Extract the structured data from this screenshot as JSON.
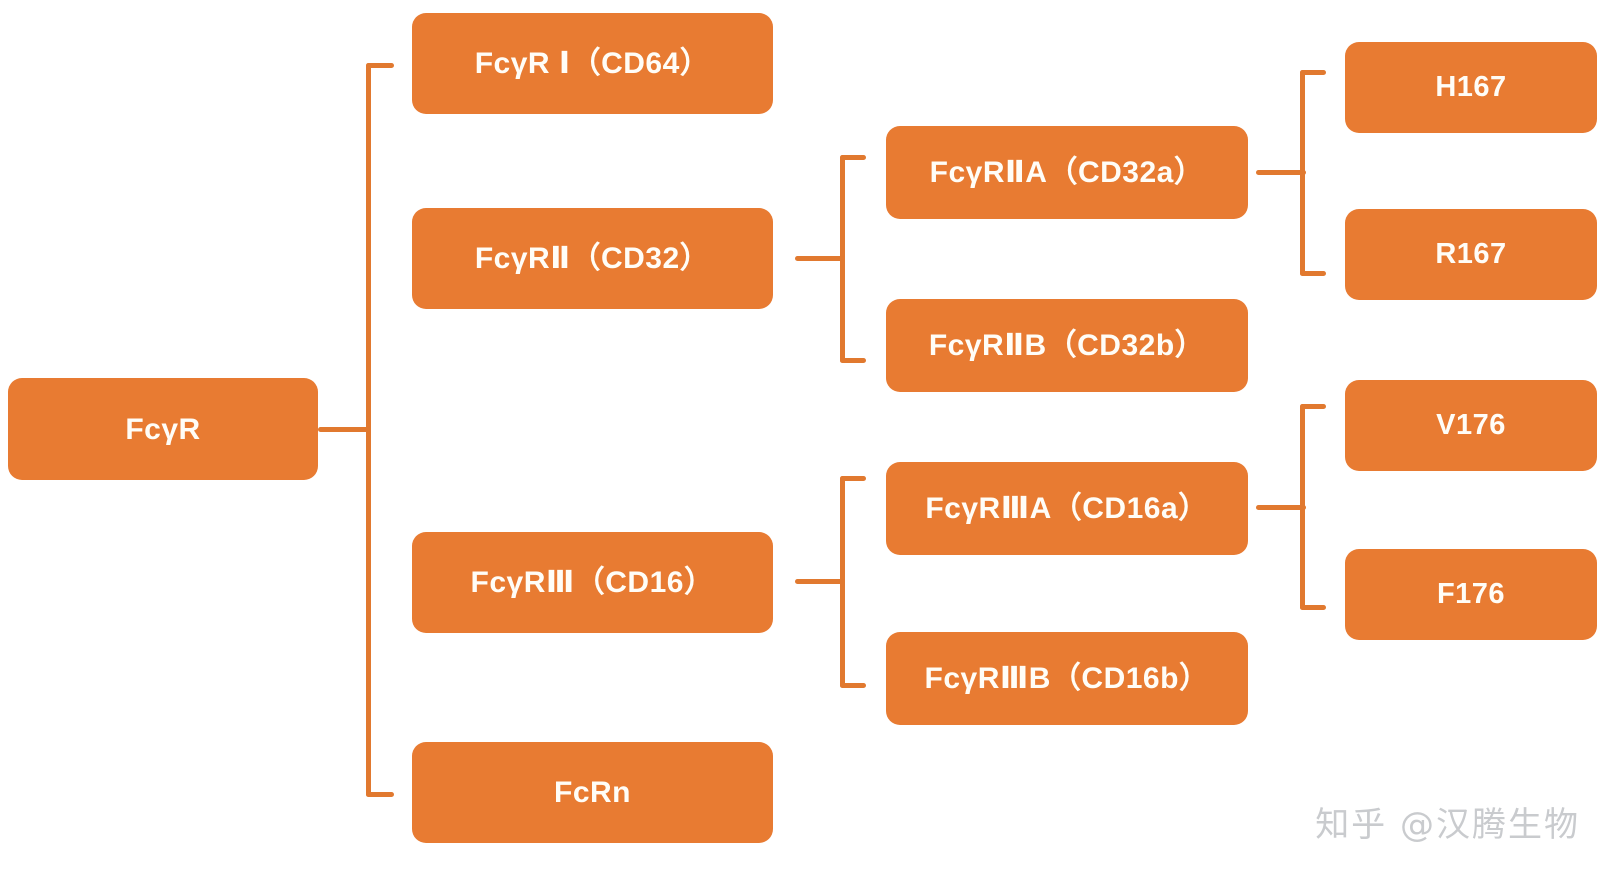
{
  "diagram": {
    "title": "FcγR receptor family classification tree",
    "colors": {
      "node_fill": "#E87B32",
      "node_text": "#FFFDF7",
      "connector": "#E1792F",
      "background": "#FFFFFF",
      "watermark": "#C9CBCE"
    },
    "levels": {
      "root": {
        "label": "FcγR"
      },
      "level2": [
        {
          "id": "fcgr1",
          "label": "FcγR Ⅰ（CD64）"
        },
        {
          "id": "fcgr2",
          "label": "FcγRⅡ（CD32）"
        },
        {
          "id": "fcgr3",
          "label": "FcγRⅢ（CD16）"
        },
        {
          "id": "fcrn",
          "label": "FcRn"
        }
      ],
      "level3": [
        {
          "id": "fcgr2a",
          "label": "FcγRⅡA（CD32a）",
          "parent": "fcgr2"
        },
        {
          "id": "fcgr2b",
          "label": "FcγRⅡB（CD32b）",
          "parent": "fcgr2"
        },
        {
          "id": "fcgr3a",
          "label": "FcγRⅢA（CD16a）",
          "parent": "fcgr3"
        },
        {
          "id": "fcgr3b",
          "label": "FcγRⅢB（CD16b）",
          "parent": "fcgr3"
        }
      ],
      "level4": [
        {
          "id": "h167",
          "label": "H167",
          "parent": "fcgr2a"
        },
        {
          "id": "r167",
          "label": "R167",
          "parent": "fcgr2a"
        },
        {
          "id": "v176",
          "label": "V176",
          "parent": "fcgr3a"
        },
        {
          "id": "f176",
          "label": "F176",
          "parent": "fcgr3a"
        }
      ]
    }
  },
  "watermark": {
    "text": "知乎 @汉腾生物"
  }
}
